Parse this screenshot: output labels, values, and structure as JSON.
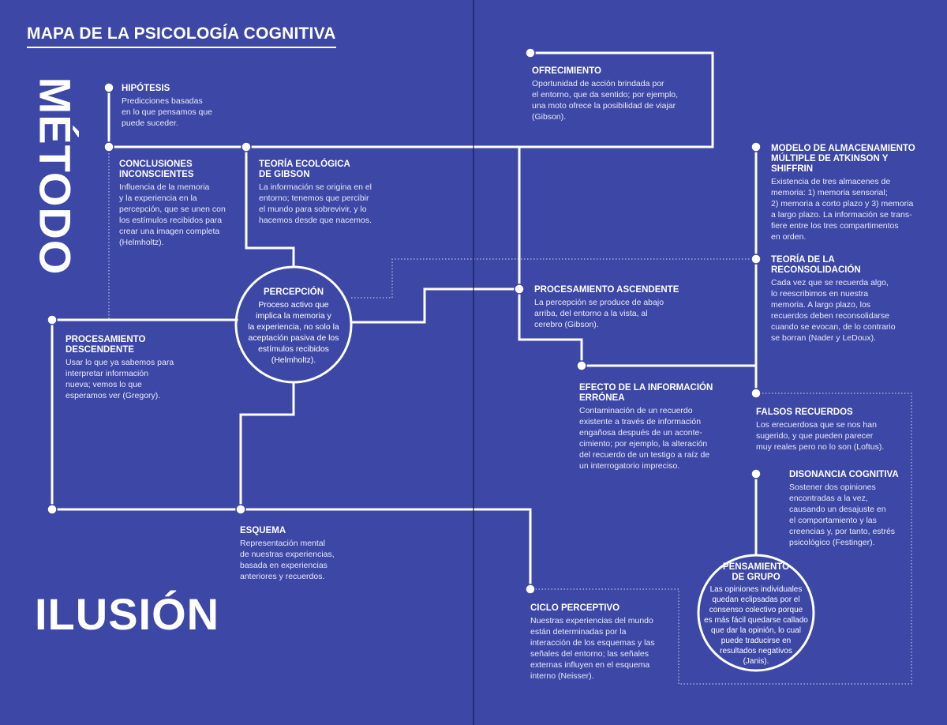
{
  "header": {
    "title": "MAPA DE LA PSICOLOGÍA COGNITIVA"
  },
  "sections": {
    "metodo": "MÉTODO",
    "ilusion": "ILUSIÓN"
  },
  "colors": {
    "background": "#3d47a6",
    "line": "#ffffff",
    "fold": "#1c1f5a"
  },
  "nodes": {
    "hipotesis": {
      "title": "HIPÓTESIS",
      "desc": "Predicciones basadas\nen lo que pensamos que\npuede suceder."
    },
    "conclusiones": {
      "title": "CONCLUSIONES\nINCONSCIENTES",
      "desc": "Influencia de la memoria\ny la experiencia en la\npercepción, que se unen con\nlos estímulos recibidos para\ncrear una imagen completa\n(Helmholtz)."
    },
    "gibson": {
      "title": "TEORÍA ECOLÓGICA\nDE GIBSON",
      "desc": "La información se origina en el\nentorno; tenemos que percibir\nel mundo para sobrevivir, y lo\nhacemos desde que nacemos."
    },
    "ofrecimiento": {
      "title": "OFRECIMIENTO",
      "desc": "Oportunidad de acción brindada por\nel entorno, que da sentido; por ejemplo,\nuna moto ofrece la posibilidad de viajar\n(Gibson)."
    },
    "atkinson": {
      "title": "MODELO DE ALMACENAMIENTO\nMÚLTIPLE DE ATKINSON Y\nSHIFFRIN",
      "desc": "Existencia de tres almacenes de\nmemoria: 1) memoria sensorial;\n2) memoria a corto plazo y 3) memoria\na largo plazo. La información se trans-\nfiere entre los tres compartimentos\nen orden."
    },
    "reconsolidacion": {
      "title": "TEORÍA DE LA\nRECONSOLIDACIÓN",
      "desc": "Cada vez que se recuerda algo,\nlo reescribimos en nuestra\nmemoria. A largo plazo, los\nrecuerdos deben reconsolidarse\ncuando se evocan, de lo contrario\nse borran (Nader y LeDoux)."
    },
    "percepcion": {
      "title": "PERCEPCIÓN",
      "desc": "Proceso activo que\nimplica la memoria y\nla experiencia, no solo la\naceptación pasiva de los\nestímulos recibidos\n(Helmholtz)."
    },
    "ascendente": {
      "title": "PROCESAMIENTO ASCENDENTE",
      "desc": "La percepción se produce de abajo\narriba, del entorno a la vista, al\ncerebro (Gibson)."
    },
    "descendente": {
      "title": "PROCESAMIENTO\nDESCENDENTE",
      "desc": "Usar lo que ya sabemos para\ninterpretar información\nnueva; vemos lo que\nesperamos ver (Gregory)."
    },
    "erronea": {
      "title": "EFECTO DE LA INFORMACIÓN\nERRÓNEA",
      "desc": "Contaminación de un recuerdo\nexistente a través de información\nengañosa después de un aconte-\ncimiento; por ejemplo, la alteración\ndel recuerdo de un testigo a raíz de\nun interrogatorio impreciso."
    },
    "falsos": {
      "title": "FALSOS RECUERDOS",
      "desc": "Los erecuerdosa que se nos han\nsugerido, y que pueden parecer\nmuy reales pero no lo son (Loftus)."
    },
    "disonancia": {
      "title": "DISONANCIA COGNITIVA",
      "desc": "Sostener dos opiniones\nencontradas a la vez,\ncausando un desajuste en\nel comportamiento y las\ncreencias y, por tanto, estrés\npsicológico (Festinger)."
    },
    "esquema": {
      "title": "ESQUEMA",
      "desc": "Representación mental\nde nuestras experiencias,\nbasada en experiencias\nanteriores y recuerdos."
    },
    "ciclo": {
      "title": "CICLO PERCEPTIVO",
      "desc": "Nuestras experiencias del mundo\nestán determinadas por la\ninteracción de los esquemas y las\nseñales del entorno; las señales\nexternas influyen en el esquema\ninterno (Neisser)."
    },
    "grupo": {
      "title": "PENSAMIENTO\nDE GRUPO",
      "desc": "Las opiniones individuales\nquedan eclipsadas por el\nconsenso colectivo porque\nes más fácil quedarse callado\nque dar la opinión, lo cual\npuede traducirse en\nresultados negativos\n(Janis)."
    }
  }
}
